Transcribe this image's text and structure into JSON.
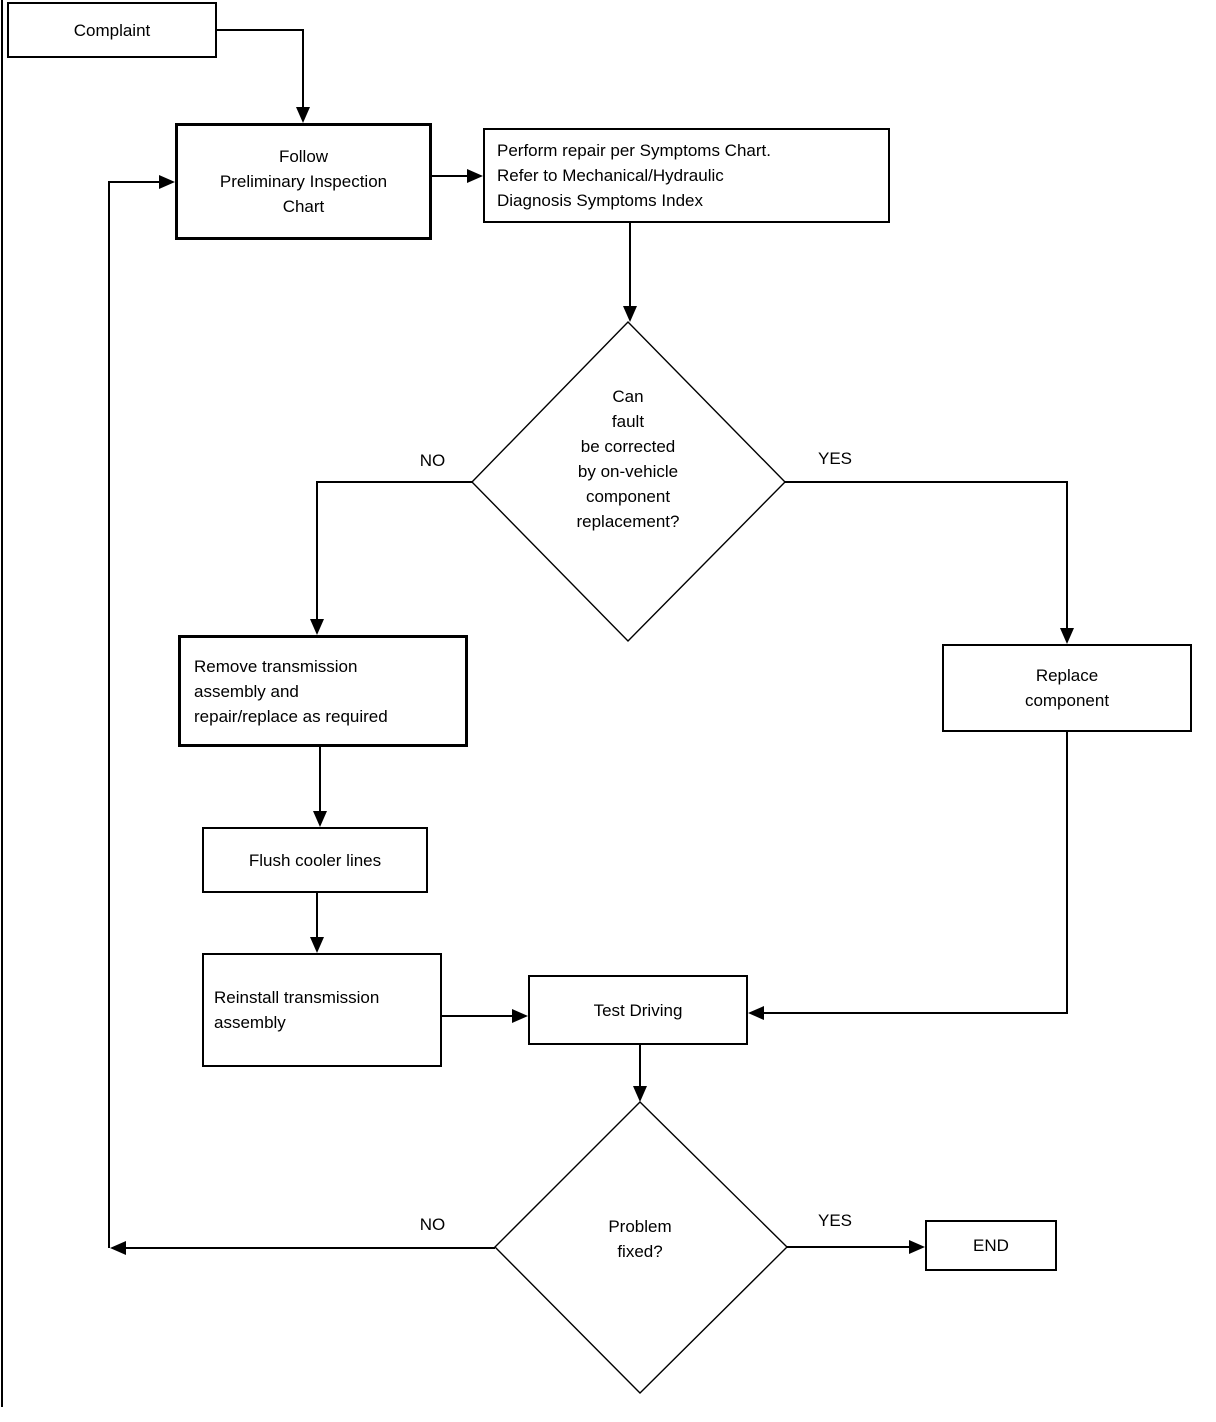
{
  "diagram": {
    "title": "",
    "nodes": {
      "complaint": "Complaint",
      "follow": "Follow\nPreliminary Inspection\nChart",
      "perform": "Perform repair per Symptoms Chart.\nRefer to Mechanical/Hydraulic\nDiagnosis Symptoms Index",
      "decision1": "Can\nfault\nbe corrected\nby on-vehicle\ncomponent\nreplacement?",
      "remove": "Remove transmission\nassembly and\nrepair/replace as required",
      "flush": "Flush cooler lines",
      "reinstall": "Reinstall transmission\nassembly",
      "test_driving": "Test Driving",
      "replace": "Replace\ncomponent",
      "decision2": "Problem\nfixed?",
      "end": "END"
    },
    "branch_labels": {
      "decision1_no": "NO",
      "decision1_yes": "YES",
      "decision2_no": "NO",
      "decision2_yes": "YES"
    },
    "colors": {
      "line": "#000000",
      "background": "#ffffff",
      "text": "#000000"
    }
  }
}
